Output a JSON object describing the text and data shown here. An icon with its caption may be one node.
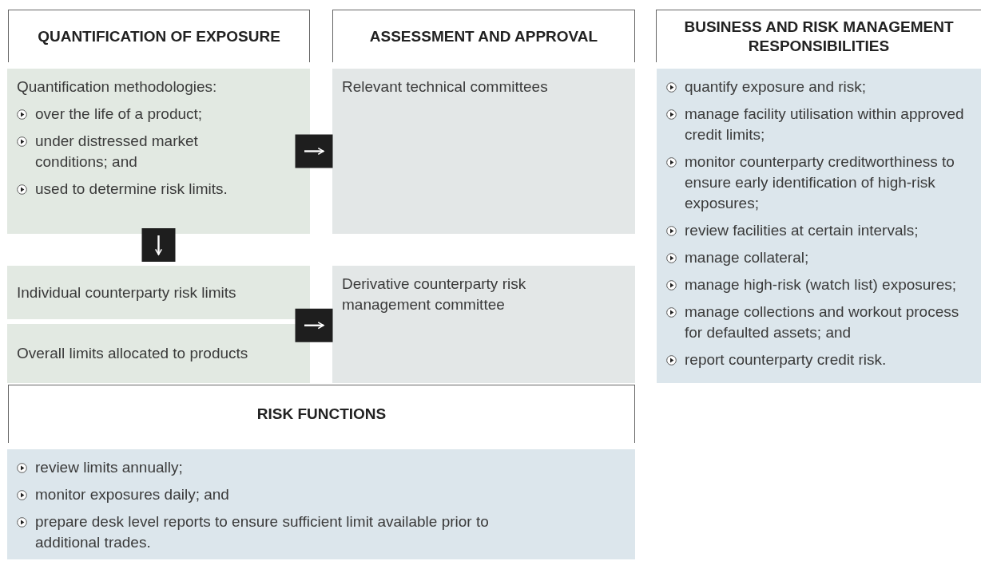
{
  "diagram": {
    "nodes": [
      {
        "text": [
          "QUANTIFICATION OF EXPOSURE"
        ]
      },
      {
        "text": [
          "ASSESSMENT AND APPROVAL"
        ]
      },
      {
        "text": [
          "BUSINESS AND RISK MANAGEMENT RESPONSIBILITIES"
        ]
      },
      {
        "text": [
          "Quantification methodologies:",
          "over the life of a product;",
          "under distressed market conditions; and",
          "used to determine risk limits."
        ]
      },
      {
        "text": [
          "Relevant technical committees"
        ]
      },
      {
        "text": [
          "quantify exposure and risk;",
          "manage facility utilisation within approved credit limits;",
          "monitor counterparty creditworthiness to ensure early identification of high-risk exposures;",
          "review facilities at certain intervals;",
          "manage collateral;",
          "manage high-risk (watch list) exposures;",
          "manage collections and workout process for defaulted assets; and",
          "report counterparty credit risk."
        ]
      },
      {
        "text": [
          "Individual counterparty risk limits"
        ]
      },
      {
        "text": [
          "Overall limits allocated to products"
        ]
      },
      {
        "text": [
          "Derivative counterparty risk management committee"
        ]
      },
      {
        "text": [
          "RISK FUNCTIONS"
        ]
      },
      {
        "text": [
          "review limits annually;",
          "monitor exposures daily; and",
          "prepare desk level reports to ensure sufficient limit available prior to additional trades."
        ]
      }
    ],
    "edges": [
      {
        "from": 3,
        "to": 4,
        "arrow": "to"
      },
      {
        "from": 3,
        "to": 6,
        "arrow": "to"
      },
      {
        "from": 6,
        "to": 8,
        "arrow": "to"
      },
      {
        "from": 7,
        "to": 8,
        "arrow": "to"
      }
    ]
  }
}
